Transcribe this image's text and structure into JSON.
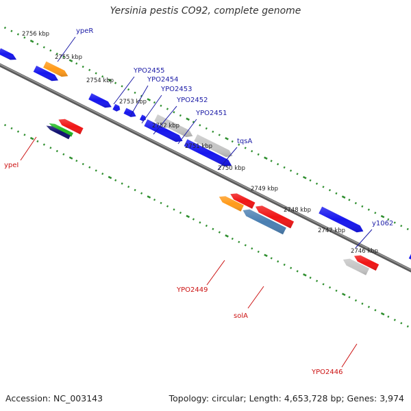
{
  "title": "Yersinia pestis CO92, complete genome",
  "footer": {
    "accession": "Accession: NC_003143",
    "summary": "Topology: circular; Length: 4,653,728 bp; Genes: 3,974"
  },
  "colors": {
    "backbone": "#777777",
    "tick": "#2f8f2f",
    "forward_label": "#1a1aa6",
    "reverse_label": "#cc1111",
    "blue": "#1616ee",
    "orange": "#ff9a1a",
    "red": "#f01515",
    "gray": "#c6c6c6",
    "steel": "#4a7fb2",
    "green": "#22bb22",
    "navy": "#101070"
  },
  "kbp_labels": [
    "2756 kbp",
    "2755 kbp",
    "2754 kbp",
    "2753 kbp",
    "2752 kbp",
    "2751 kbp",
    "2750 kbp",
    "2749 kbp",
    "2748 kbp",
    "2747 kbp",
    "2746 kbp"
  ],
  "gene_labels": {
    "forward": [
      "ypeR",
      "YPO2455",
      "YPO2454",
      "YPO2453",
      "YPO2452",
      "YPO2451",
      "tqsA",
      "y1062"
    ],
    "reverse": [
      "ypeI",
      "YPO2449",
      "solA",
      "YPO2446"
    ]
  }
}
